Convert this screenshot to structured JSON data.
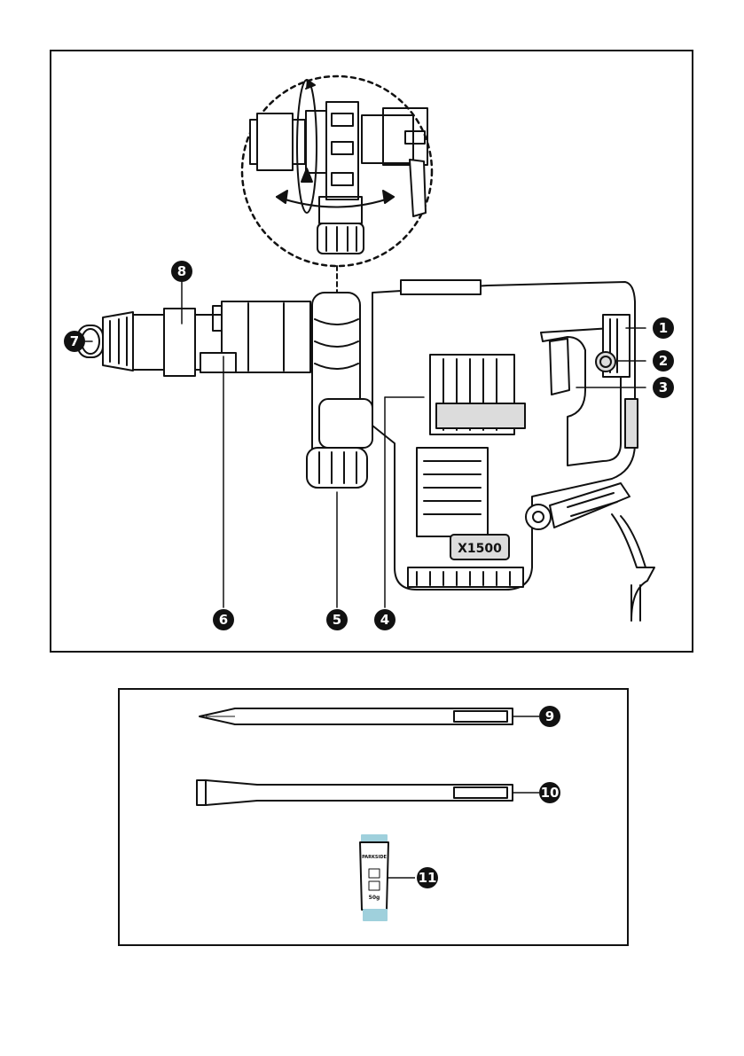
{
  "callouts": {
    "c1": "1",
    "c2": "2",
    "c3": "3",
    "c4": "4",
    "c5": "5",
    "c6": "6",
    "c7": "7",
    "c8": "8",
    "c9": "9",
    "c10": "10",
    "c11": "11"
  },
  "product": {
    "model_mark": "X1500"
  },
  "grease_tube": {
    "brand": "PARKSIDE",
    "weight": "50g"
  },
  "colors": {
    "line": "#111111",
    "fill": "#ffffff",
    "shade": "#dcdcdc",
    "tube_cap": "#9fd0dc"
  }
}
